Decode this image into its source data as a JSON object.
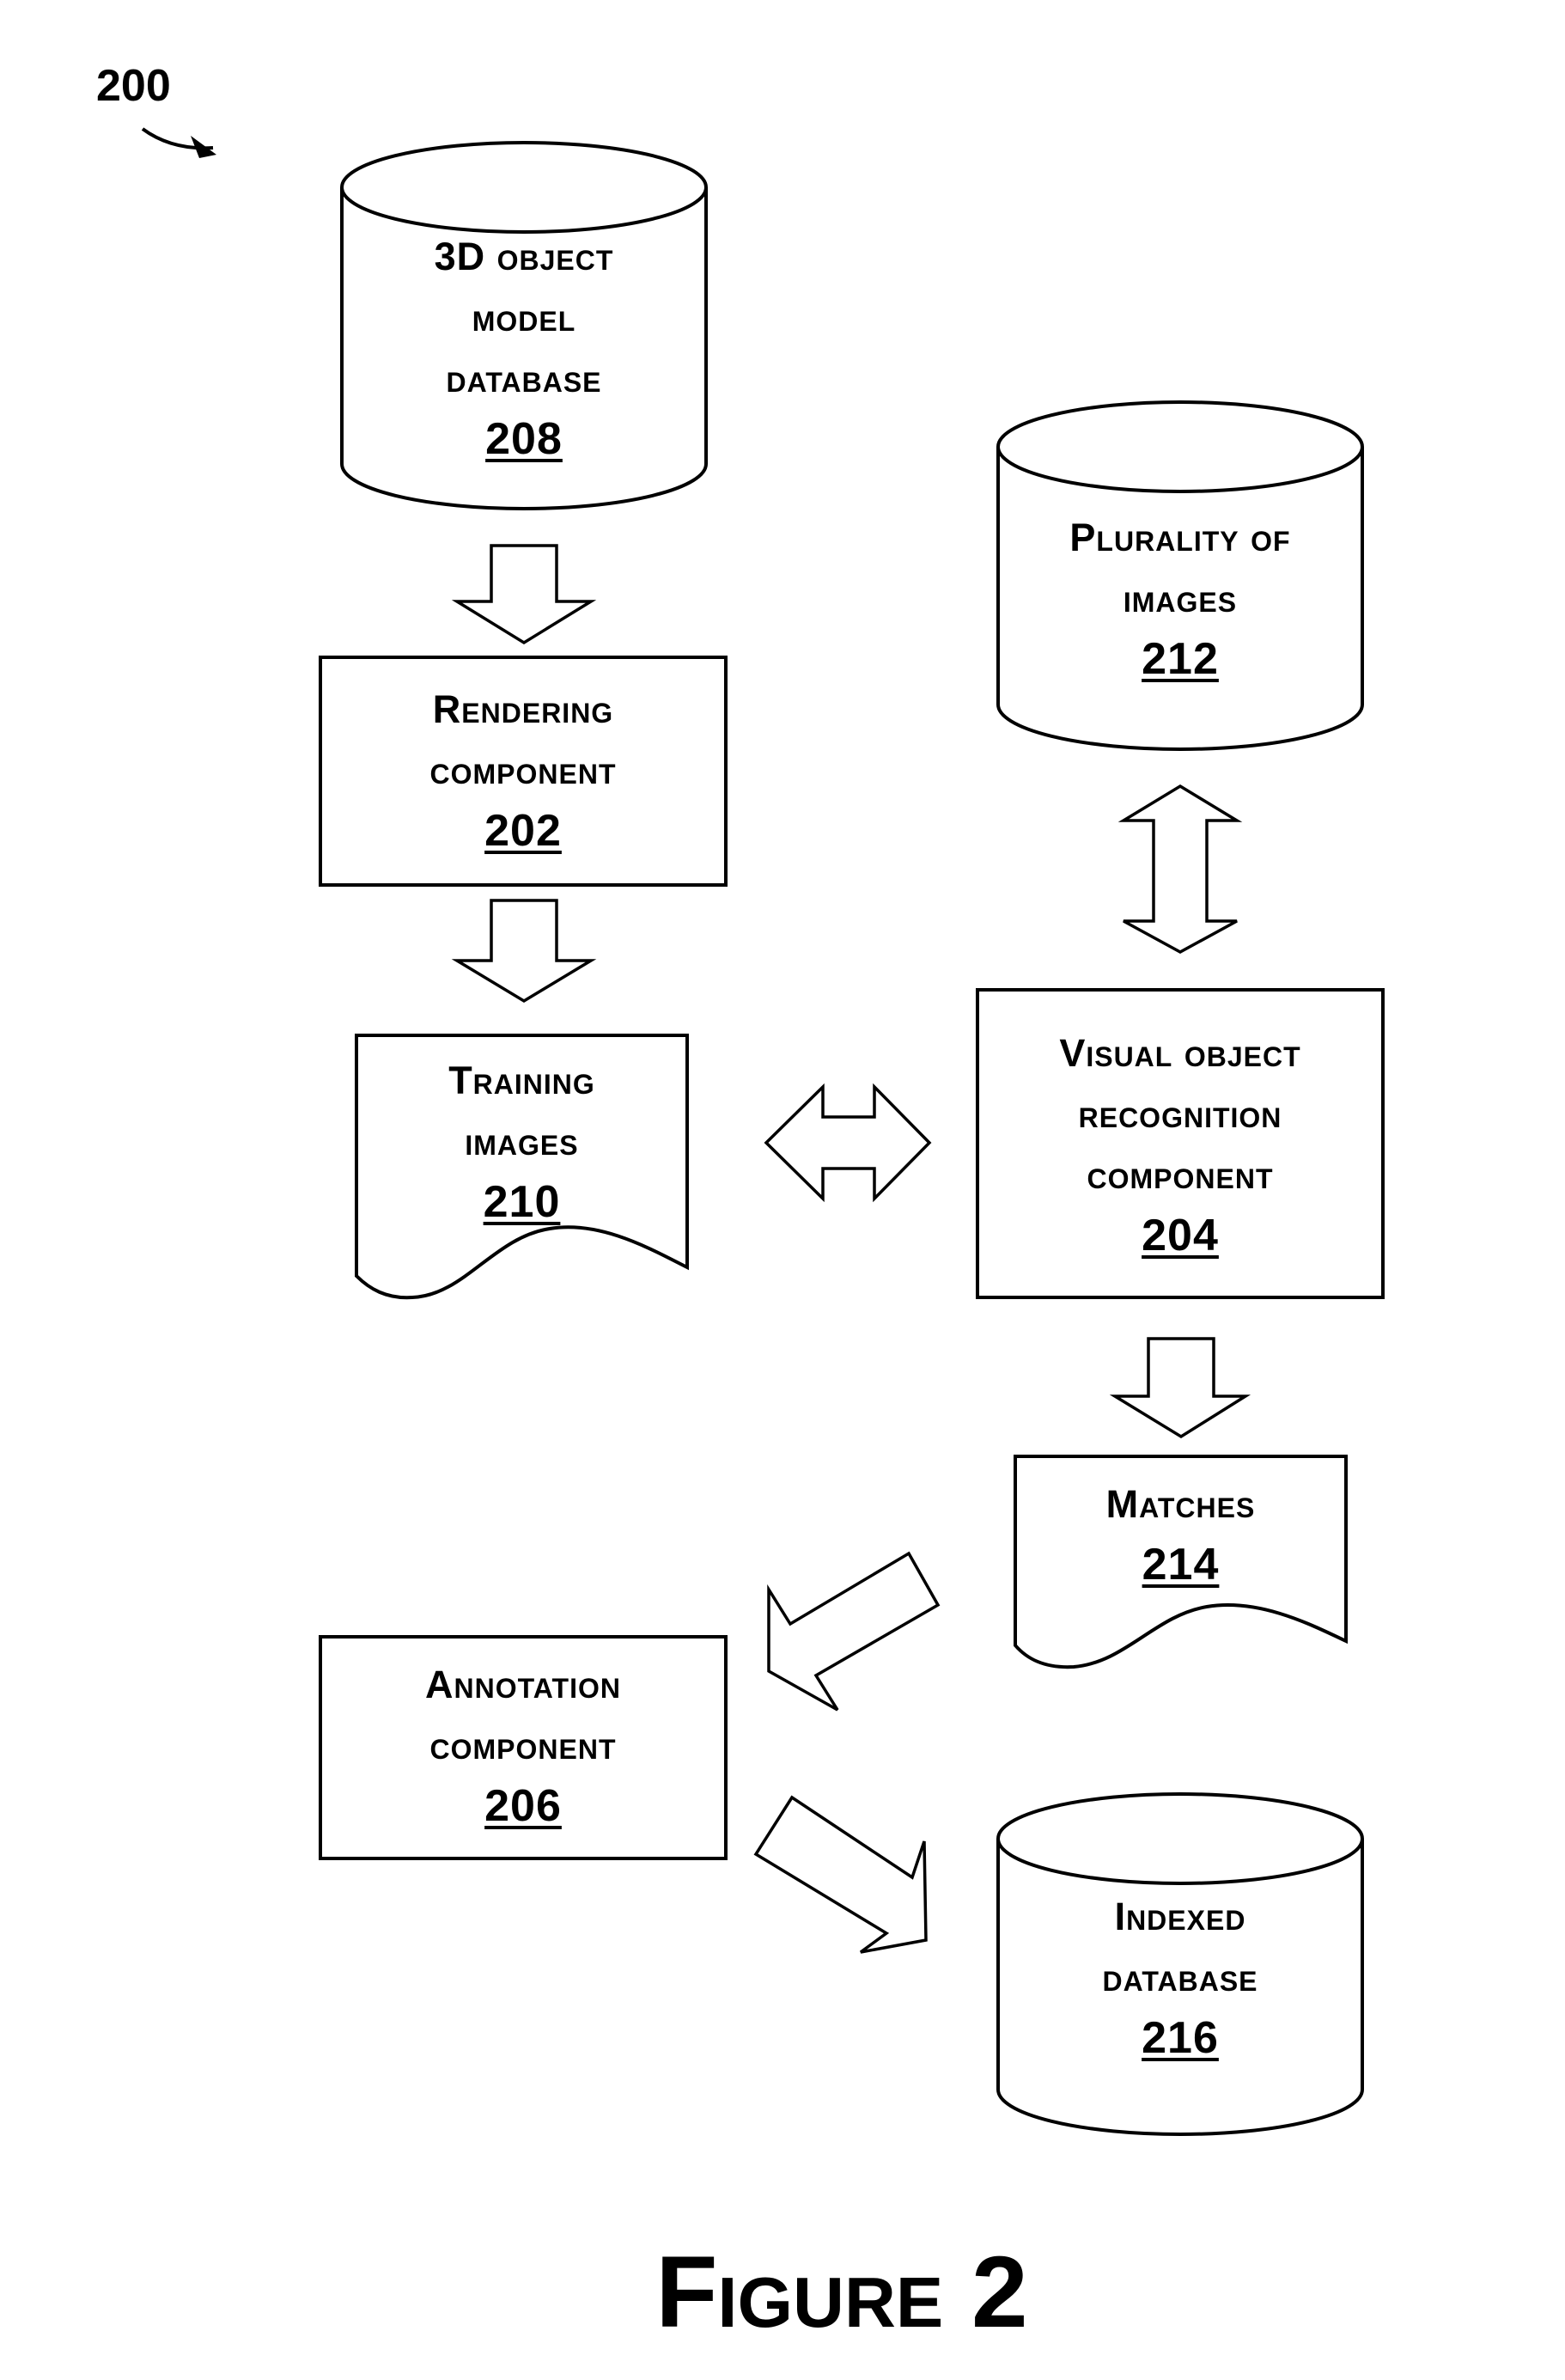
{
  "figure": {
    "ref_number": "200",
    "caption": "Figure 2"
  },
  "nodes": {
    "db_208": {
      "lines": [
        "3D object",
        "model",
        "database"
      ],
      "number": "208"
    },
    "comp_202": {
      "lines": [
        "Rendering",
        "component"
      ],
      "number": "202"
    },
    "doc_210": {
      "lines": [
        "Training",
        "images"
      ],
      "number": "210"
    },
    "db_212": {
      "lines": [
        "Plurality of",
        "images"
      ],
      "number": "212"
    },
    "comp_204": {
      "lines": [
        "Visual object",
        "recognition",
        "component"
      ],
      "number": "204"
    },
    "doc_214": {
      "lines": [
        "Matches"
      ],
      "number": "214"
    },
    "comp_206": {
      "lines": [
        "Annotation",
        "component"
      ],
      "number": "206"
    },
    "db_216": {
      "lines": [
        "Indexed",
        "database"
      ],
      "number": "216"
    }
  }
}
